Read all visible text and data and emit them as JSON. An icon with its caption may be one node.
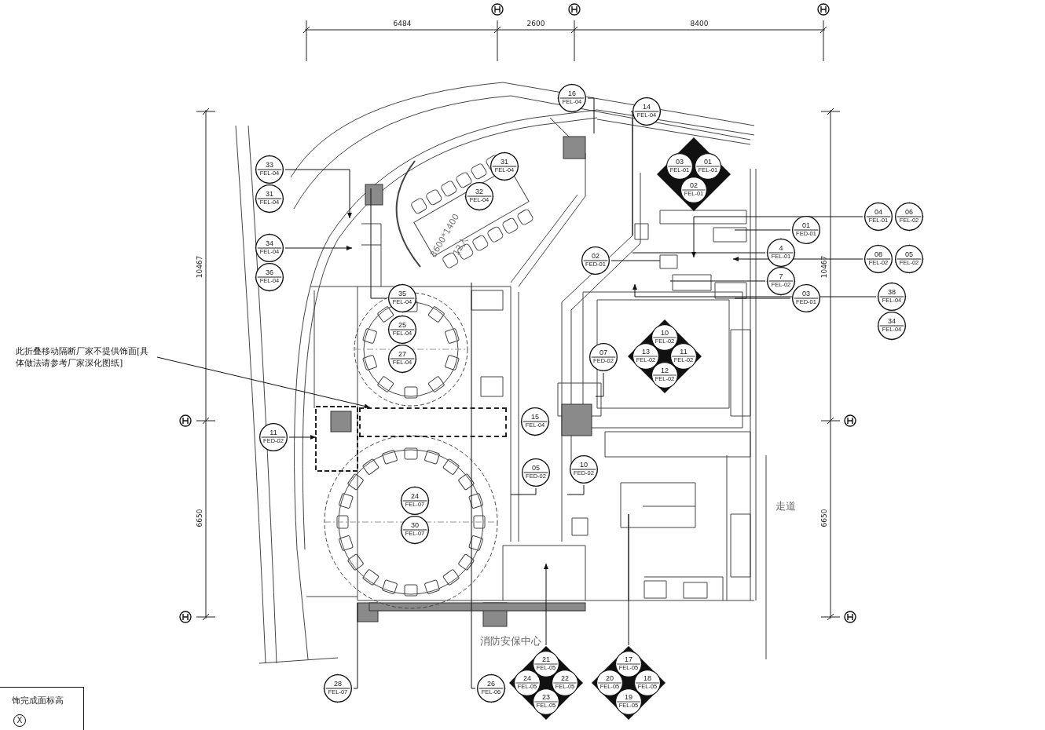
{
  "diagram": {
    "nodes": [
      {
        "text": [
          "16",
          "FEL-04"
        ]
      },
      {
        "text": [
          "14",
          "FEL-04"
        ]
      },
      {
        "text": [
          "33",
          "FEL-04"
        ]
      },
      {
        "text": [
          "31",
          "FEL-04"
        ]
      },
      {
        "text": [],
        "shape": "diamond"
      },
      {
        "text": [
          "03",
          "FEL-01"
        ],
        "in": 4
      },
      {
        "text": [
          "01",
          "FEL-01"
        ],
        "in": 4
      },
      {
        "text": [
          "02",
          "FEL-01"
        ],
        "in": 4
      },
      {
        "text": [
          "31",
          "FEL-04"
        ]
      },
      {
        "text": [
          "32",
          "FEL-04"
        ]
      },
      {
        "text": [
          "04",
          "FEL-01"
        ]
      },
      {
        "text": [
          "06",
          "FEL-02"
        ]
      },
      {
        "text": [
          "01",
          "FED-01"
        ]
      },
      {
        "text": [
          "4",
          "FEL-01"
        ]
      },
      {
        "text": [
          "34",
          "FEL-04"
        ]
      },
      {
        "text": [
          "36",
          "FEL-04"
        ]
      },
      {
        "text": [
          "08",
          "FEL-02"
        ]
      },
      {
        "text": [
          "05",
          "FEL-02"
        ]
      },
      {
        "text": [
          "02",
          "FED-01"
        ]
      },
      {
        "text": [
          "7",
          "FEL-02"
        ]
      },
      {
        "text": [
          "03",
          "FED-01"
        ]
      },
      {
        "text": [
          "38",
          "FEL-04"
        ]
      },
      {
        "text": [
          "34",
          "FEL-04"
        ]
      },
      {
        "text": [
          "35",
          "FEL-04"
        ]
      },
      {
        "text": [
          "25",
          "FEL-04"
        ]
      },
      {
        "text": [
          "27",
          "FEL-04"
        ]
      },
      {
        "text": [],
        "shape": "diamond"
      },
      {
        "text": [
          "10",
          "FEL-02"
        ],
        "in": 26
      },
      {
        "text": [
          "13",
          "FEL-02"
        ],
        "in": 26
      },
      {
        "text": [
          "11",
          "FEL-02"
        ],
        "in": 26
      },
      {
        "text": [
          "12",
          "FEL-02"
        ],
        "in": 26
      },
      {
        "text": [
          "此折叠移动隔断厂家不提供饰面[具体做法请参考厂家深化图纸]"
        ]
      },
      {
        "text": [
          "07",
          "FED-02"
        ]
      },
      {
        "text": [],
        "shape": "box"
      },
      {
        "text": [
          "15",
          "FEL-04"
        ]
      },
      {
        "text": [
          "11",
          "FED-02"
        ]
      },
      {
        "text": [
          "05",
          "FED-02"
        ]
      },
      {
        "text": [
          "10",
          "FED-02"
        ]
      },
      {
        "text": [
          "24",
          "FEL-07"
        ]
      },
      {
        "text": [
          "30",
          "FEL-07"
        ]
      },
      {
        "text": [
          "28",
          "FEL-07"
        ]
      },
      {
        "text": [
          "26",
          "FEL-06"
        ]
      },
      {
        "text": [],
        "shape": "diamond"
      },
      {
        "text": [
          "21",
          "FEL-05"
        ],
        "in": 42
      },
      {
        "text": [
          "24",
          "FEL-05"
        ],
        "in": 42
      },
      {
        "text": [
          "22",
          "FEL-05"
        ],
        "in": 42
      },
      {
        "text": [
          "23",
          "FEL-05"
        ],
        "in": 42
      },
      {
        "text": [],
        "shape": "diamond"
      },
      {
        "text": [
          "17",
          "FEL-05"
        ],
        "in": 47
      },
      {
        "text": [
          "20",
          "FEL-05"
        ],
        "in": 47
      },
      {
        "text": [
          "18",
          "FEL-05"
        ],
        "in": 47
      },
      {
        "text": [
          "19",
          "FEL-05"
        ],
        "in": 47
      }
    ],
    "edges": [
      {
        "from": 0,
        "to": null,
        "arrow": "none"
      },
      {
        "from": 1,
        "to": null,
        "arrow": "none"
      },
      {
        "from": 2,
        "to": null,
        "arrow": "to"
      },
      {
        "from": 14,
        "to": null,
        "arrow": "to"
      },
      {
        "from": 10,
        "to": null,
        "arrow": "to"
      },
      {
        "from": 12,
        "to": null,
        "arrow": "none"
      },
      {
        "from": 13,
        "to": null,
        "arrow": "none"
      },
      {
        "from": 16,
        "to": null,
        "arrow": "to"
      },
      {
        "from": 18,
        "to": null,
        "arrow": "none"
      },
      {
        "from": 19,
        "to": null,
        "arrow": "none"
      },
      {
        "from": 20,
        "to": null,
        "arrow": "none"
      },
      {
        "from": 21,
        "to": null,
        "arrow": "to"
      },
      {
        "from": 23,
        "to": null,
        "arrow": "none"
      },
      {
        "from": 32,
        "to": null,
        "arrow": "none"
      },
      {
        "from": 31,
        "to": 33,
        "arrow": "to"
      },
      {
        "from": 35,
        "to": null,
        "arrow": "to"
      },
      {
        "from": 36,
        "to": null,
        "arrow": "none"
      },
      {
        "from": 37,
        "to": null,
        "arrow": "none"
      },
      {
        "from": 40,
        "to": null,
        "arrow": "none"
      },
      {
        "from": 41,
        "to": null,
        "arrow": "none"
      },
      {
        "from": 42,
        "to": null,
        "arrow": "to"
      },
      {
        "from": 47,
        "to": null,
        "arrow": "none"
      }
    ],
    "labels": [
      "6484",
      "2600",
      "8400",
      "10467",
      "10467",
      "3600*1400",
      "12人",
      "6650",
      "6650",
      "走道",
      "消防安保中心",
      "饰完成面标高",
      "X"
    ]
  }
}
